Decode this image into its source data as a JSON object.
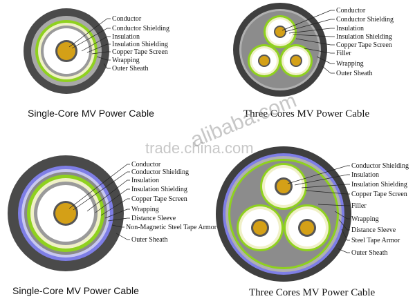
{
  "colors": {
    "conductor": "#d4a017",
    "outer_sheath": "#4a4a4a",
    "insulation": "#ffffff",
    "insulation_shielding": "#f2f2d8",
    "copper_tape": "#8fd11f",
    "wrapping": "#9a9a9a",
    "filler": "#8c8c8c",
    "distance_sleeve": "#7e7ee6",
    "armor": "#b0b0b0"
  },
  "panels": [
    {
      "caption": "Single-Core MV Power Cable",
      "labels": [
        "Conductor",
        "Conductor Shielding",
        "Insulation",
        "Insulation Shielding",
        "Copper Tape Screen",
        "Wrapping",
        "Outer Sheath"
      ]
    },
    {
      "caption": "Three Cores MV Power Cable",
      "labels": [
        "Conductor",
        "Conductor Shielding",
        "Insulation",
        "Insulation Shielding",
        "Copper Tape Screen",
        "Filler",
        "Wrapping",
        "Outer Sheath"
      ]
    },
    {
      "caption": "Single-Core MV Power Cable",
      "labels": [
        "Conductor",
        "Conductor Shielding",
        "Insulation",
        "Insulation Shielding",
        "Copper Tape Screen",
        "Wrapping",
        "Distance Sleeve",
        "Non-Magnetic Steel Tape Armor",
        "Outer Sheath"
      ]
    },
    {
      "caption": "Three Cores MV Power Cable",
      "labels": [
        "Conductor Shielding",
        "Insulation",
        "Insulation Shielding",
        "Copper Tape Screen",
        "Filler",
        "Wrapping",
        "Distance Sleeve",
        "Steel Tape Armor",
        "Outer Sheath"
      ]
    }
  ],
  "watermarks": [
    "alibaba.com",
    "trade.china.com"
  ]
}
